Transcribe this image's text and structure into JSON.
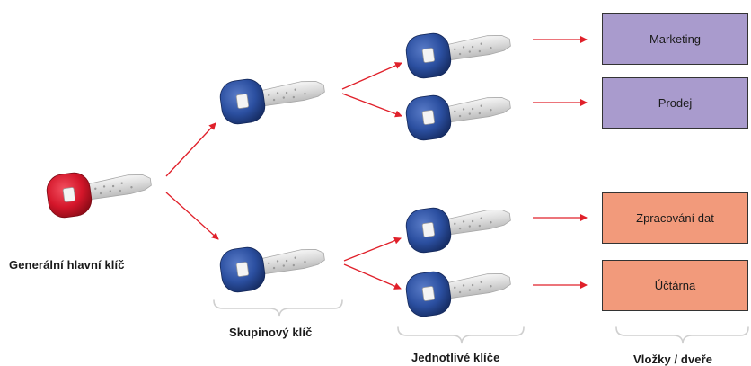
{
  "labels": {
    "master_key": "Generální hlavní klíč",
    "group_key": "Skupinový klíč",
    "individual_keys": "Jednotlivé klíče",
    "cylinders_doors": "Vložky / dveře"
  },
  "doors": [
    {
      "label": "Marketing",
      "color": "#a99bcd"
    },
    {
      "label": "Prodej",
      "color": "#a99bcd"
    },
    {
      "label": "Zpracování dat",
      "color": "#f29a7b"
    },
    {
      "label": "Účtárna",
      "color": "#f29a7b"
    }
  ],
  "colors": {
    "master_key_head": "#d4162a",
    "group_key_head": "#2b4fa0",
    "key_blade": "#e6e6e6",
    "arrow": "#e0202a",
    "brace": "#cfcfcf"
  }
}
